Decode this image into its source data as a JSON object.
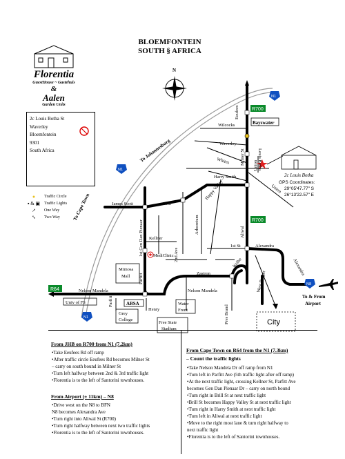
{
  "header": {
    "line1": "BLOEMFONTEIN",
    "line2": "SOUTH § AFRICA"
  },
  "logo": {
    "name": "Florentia",
    "sub": "GuestHouse ~ Gastehuis",
    "amp": "&",
    "aalen": "Aalen",
    "garden": "Garden Units"
  },
  "address": {
    "lines": [
      "2c Louis Botha St",
      "Waverley",
      "Bloemfontein",
      "9301",
      "South Africa"
    ]
  },
  "legend": {
    "circle": "Traffic Circle",
    "lights": "Traffic Lights",
    "oneway": "One Way",
    "twoway": "Two Way"
  },
  "gps": {
    "place": "2c Louis Botha",
    "label": "GPS Coordinates:",
    "lat": "29°05'47.77\" S",
    "lon": "26°13'22.57\" E"
  },
  "map_labels": {
    "north": "N",
    "r700_top": "R700",
    "r700_mid": "R700",
    "r64": "R64",
    "n1_top": "N1",
    "n1_left": "N1",
    "n1_bottom": "N1",
    "n8": "N8",
    "bayswater": "Bayswater",
    "eeufees": "Eeufees",
    "wilcocks": "Wilcocks",
    "waverley": "Waverley",
    "whites": "Whites",
    "milner": "Milner St",
    "union_top": "Union",
    "union_right": "Union",
    "louis_botha": "Louis Botha",
    "harry_smith": "Harry Smith",
    "happy_valley": "Happy Valley",
    "james_scott": "James Scott",
    "brill": "Brill",
    "gen_dan": "1st Gen Dan Pienaar",
    "arboretum": "Arboretum",
    "aliwal": "Aliwal",
    "first_st": "1st St",
    "alexandra": "Alexandra",
    "alexandra_right": "Alexandra",
    "kellner": "Kellner",
    "second_ave": "2nd Ave",
    "mediclinic": "MediClinic",
    "mimosa": "Mimosa",
    "mall": "Mall",
    "parfitt_top": "Parfitt",
    "parfitt_bottom": "Parfitt",
    "zastron": "Zastron",
    "kolbe": "Kolbe",
    "west_burger": "West Burger",
    "nelson_left": "Nelson Mandela",
    "nelson_mid": "Nelson Mandela",
    "univ": "Univ of FS",
    "absa": "ABSA",
    "henry": "Henry",
    "grey": "Grey",
    "college": "College",
    "water": "Water",
    "front": "Front",
    "free_state": "Free State",
    "stadium": "Stadium",
    "pres_brand": "Pres Brand",
    "city": "City",
    "to_johannesburg": "To Johannesburg",
    "to_cape_town": "To Cape Town",
    "to_from": "To & From",
    "airport": "Airport"
  },
  "directions": {
    "jhb": {
      "title": "From JHB on R700 from N1 (7.2km)",
      "items": [
        "•Take Eeufees Rd off ramp",
        "•After traffic circle Eeufees Rd becomes Milner St",
        "  – carry on south bound in Milner St",
        "•Turn left halfway between 2nd & 3rd traffic light",
        "•Florentia is to the left of Santorini townhouses."
      ]
    },
    "airport": {
      "title": "From Airport (± 11km) – N8",
      "items": [
        "•Drive west on the N8 to BFN",
        "  N8 becomes Alexandra Ave",
        "•Turn right into Aliwal St (R700)",
        "•Turn right halfway between next two traffic lights",
        "•Florentia is to the left of Santorini townhouses."
      ]
    },
    "cape": {
      "title": "From Cape Town on R64 from the N1 (7.3km)",
      "subtitle": "– Count the traffic lights",
      "items": [
        "•Take Nelson Mandela Dr off ramp from N1",
        "•Turn left in Parfitt Ave (5th traffic light after off ramp)",
        "•At the next traffic light, crossing Kellner St, Parfitt Ave",
        "  becomes Gen Dan Pienaar Dr – carry on north bound",
        "•Turn right in Brill St at next traffic light",
        "•Brill St becomes Happy Valley St at next traffic light",
        "•Turn right in Harry Smith at next traffic light",
        "•Turn left in Aliwal at next traffic light",
        "•Move to the right most lane & turn right halfway to",
        "  next traffic light",
        "•Florentia is to the left of Santorini townhouses."
      ]
    }
  }
}
